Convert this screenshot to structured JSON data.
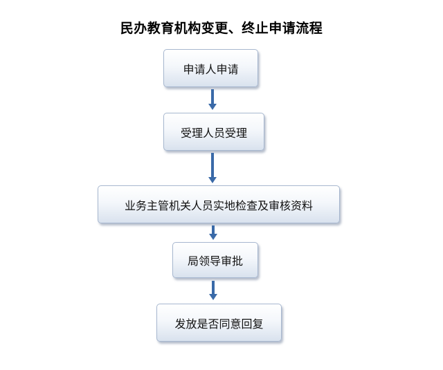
{
  "title": "民办教育机构变更、终止申请流程",
  "steps": [
    {
      "label": "申请人申请"
    },
    {
      "label": "受理人员受理"
    },
    {
      "label": "业务主管机关人员实地检查及审核资料"
    },
    {
      "label": "局领导审批"
    },
    {
      "label": "发放是否同意回复"
    }
  ],
  "colors": {
    "arrow": "#3a6aa8",
    "box_border": "#a7b7cf",
    "box_gradient_bottom": "#d9e2ee"
  }
}
